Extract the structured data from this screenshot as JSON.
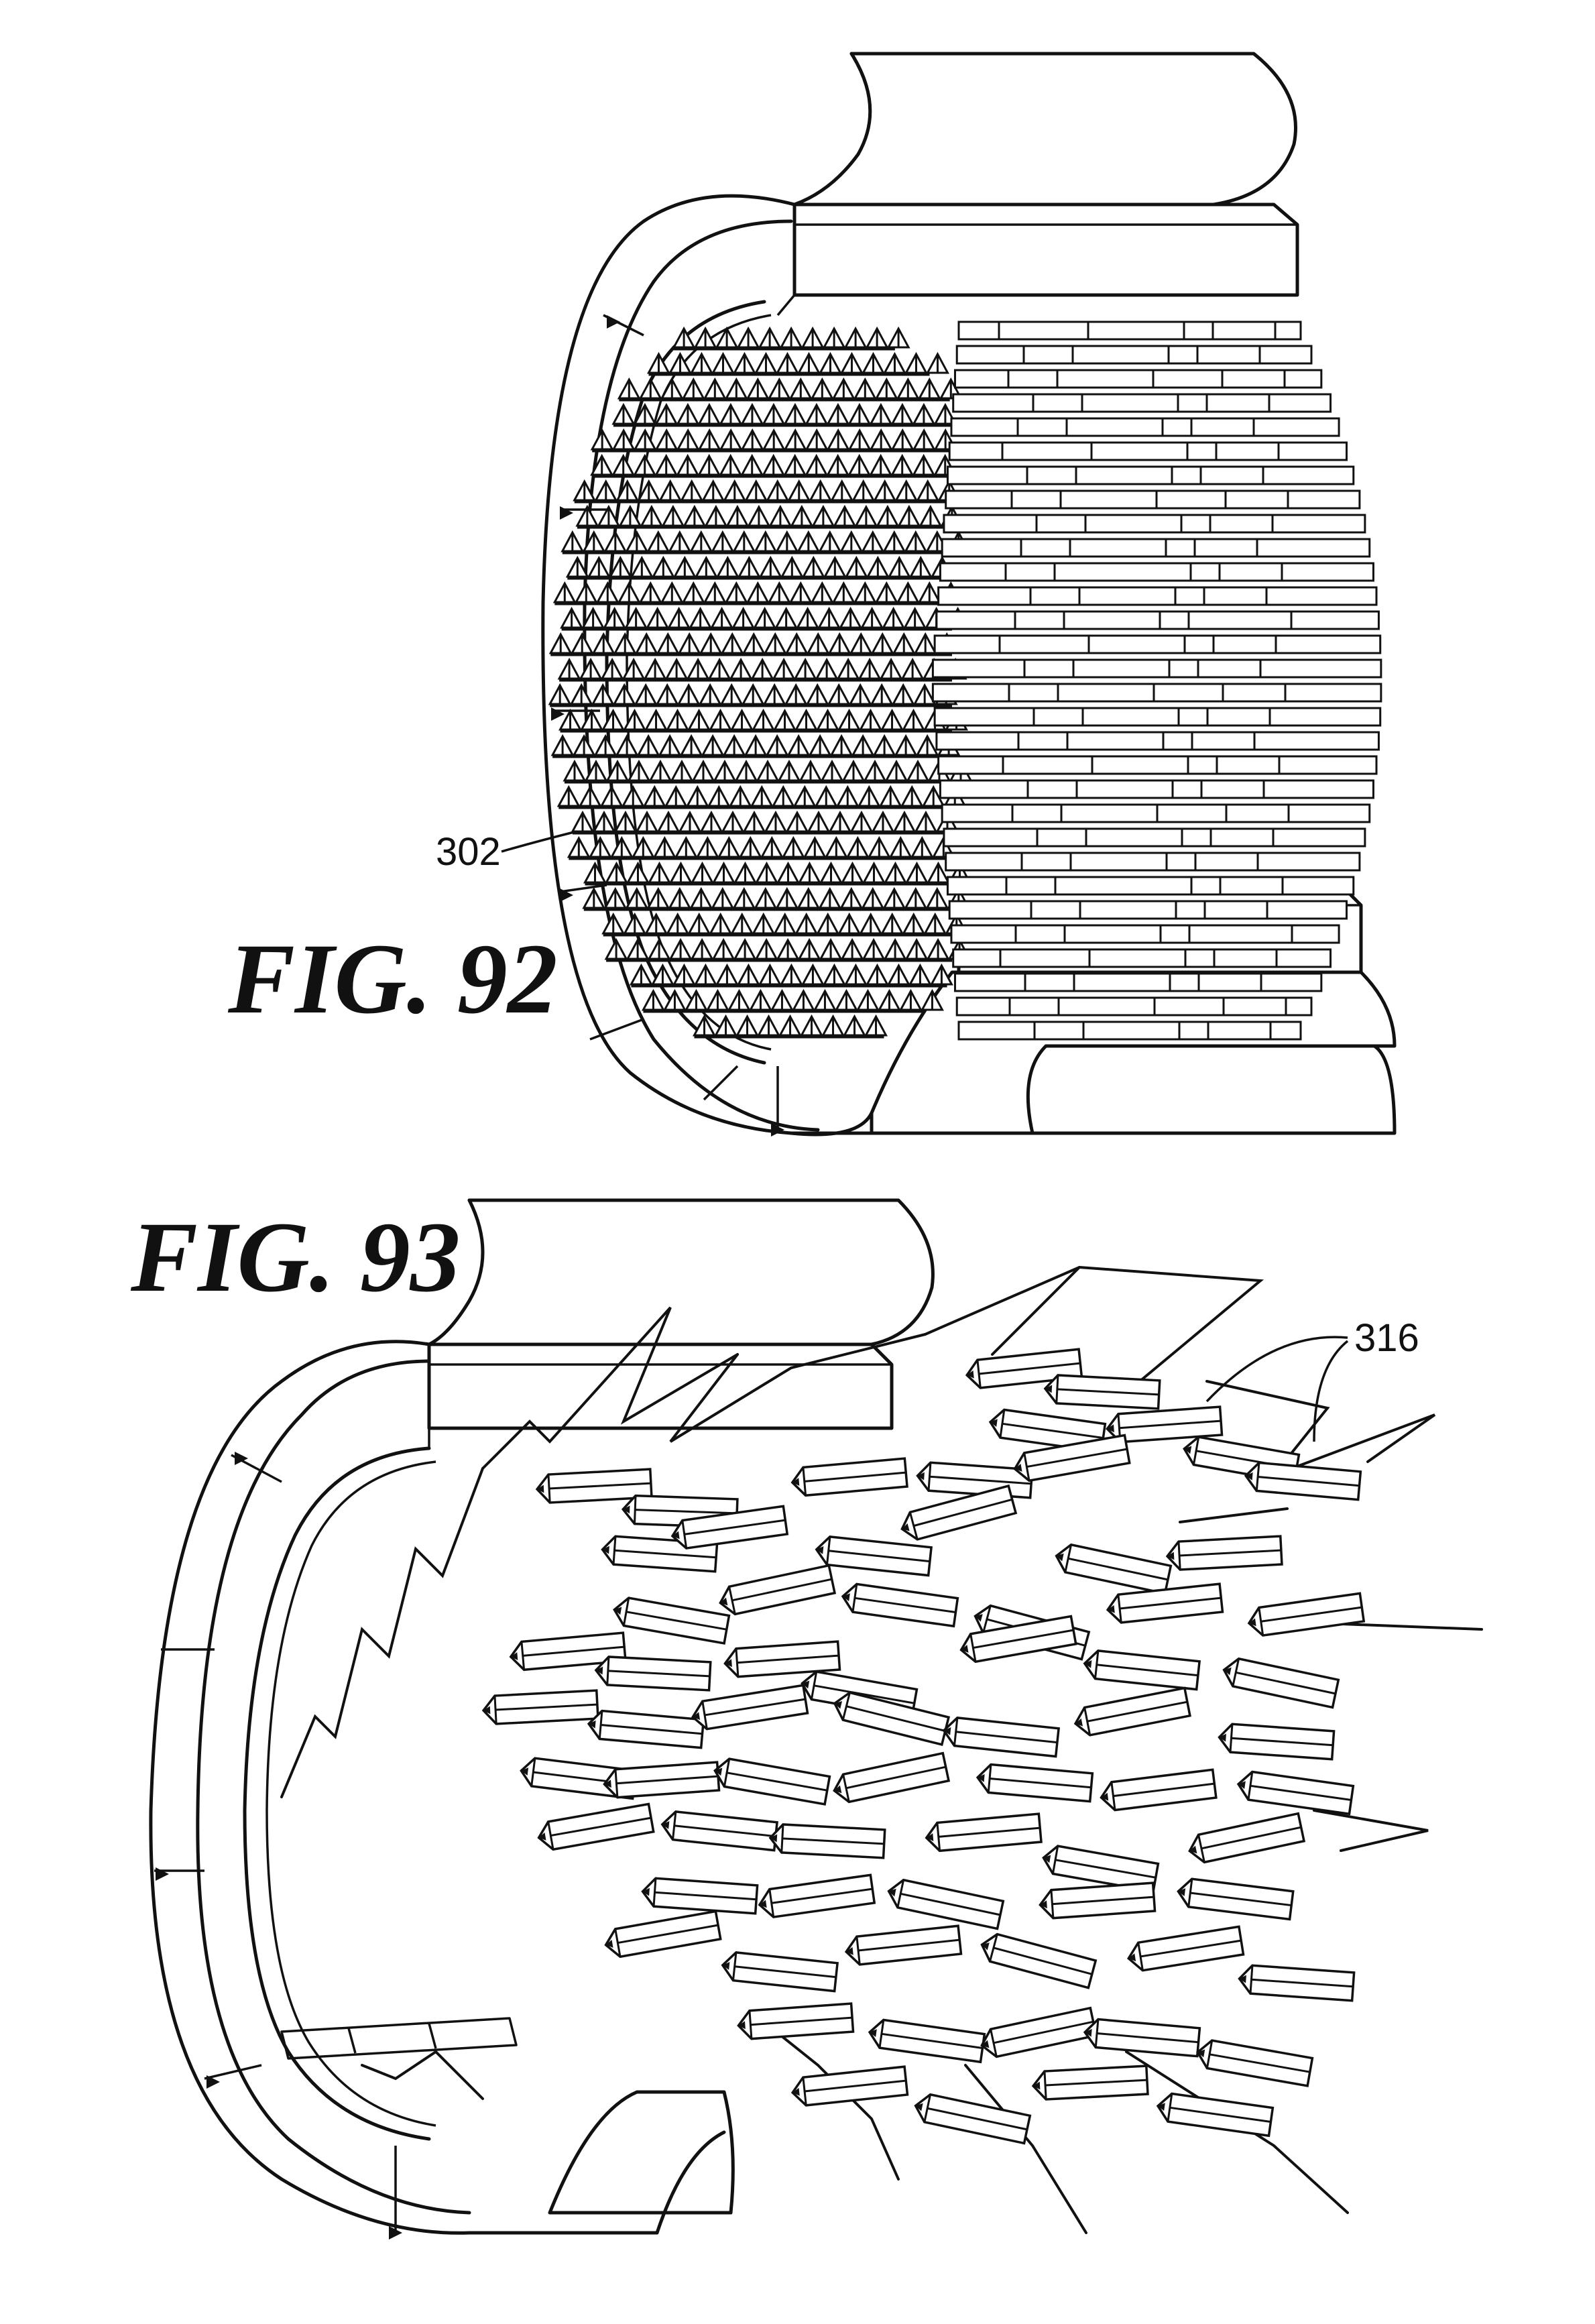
{
  "figures": [
    {
      "id": "fig92",
      "title": "FIG. 92",
      "reference": "302"
    },
    {
      "id": "fig93",
      "title": "FIG. 93",
      "reference": "316"
    }
  ],
  "colors": {
    "ink": "#111111",
    "paper": "#ffffff"
  }
}
